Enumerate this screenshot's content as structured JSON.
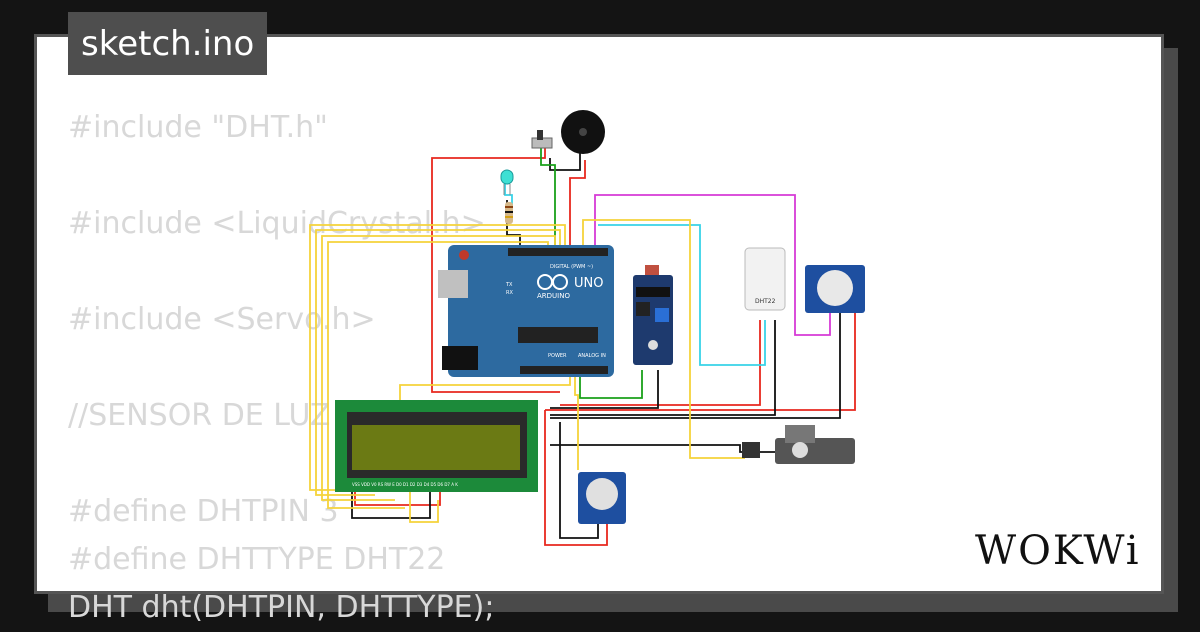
{
  "file_tab": {
    "label": "sketch.ino"
  },
  "code_lines": [
    "#include \"DHT.h\"",
    "",
    "#include <LiquidCrystal.h>",
    "",
    "#include <Servo.h>",
    "",
    "//SENSOR DE LUZ",
    "",
    "#define DHTPIN 3",
    "#define DHTTYPE DHT22",
    "DHT dht(DHTPIN, DHTTYPE);"
  ],
  "logo": {
    "text": "WOKWi"
  },
  "components": {
    "arduino": {
      "brand": "UNO",
      "sub": "ARDUINO",
      "digital_label": "DIGITAL (PWM ~)",
      "power_label": "POWER",
      "analog_label": "ANALOG IN",
      "tx": "TX",
      "rx": "RX"
    },
    "dht": {
      "label": "DHT22"
    },
    "lcd": {
      "pin_labels": "VSS VDD V0 RS RW E D0 D1 D2 D3 D4 D5 D6 D7 A K"
    }
  },
  "colors": {
    "wire_red": "#e8281e",
    "wire_black": "#111111",
    "wire_yellow": "#f5d33a",
    "wire_green": "#1aa01a",
    "wire_cyan": "#38d3e8",
    "wire_magenta": "#d63ad6",
    "arduino_blue": "#2d6aa0",
    "lcd_green": "#1c8a3a",
    "lcd_screen": "#6b7a14"
  }
}
